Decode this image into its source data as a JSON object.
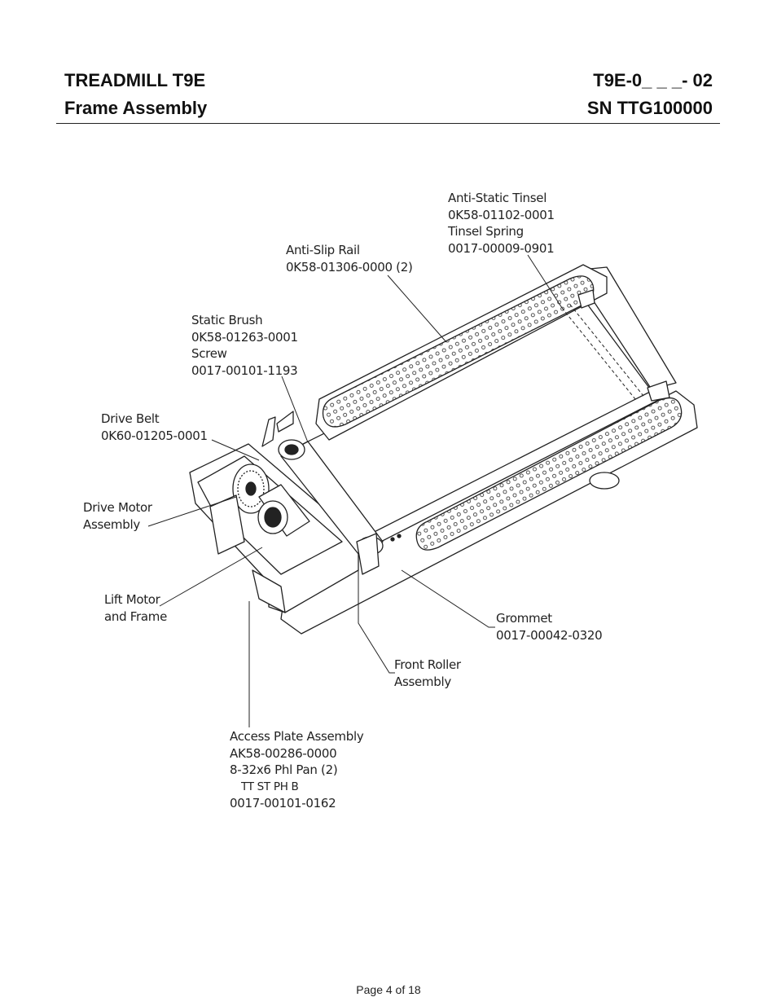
{
  "header": {
    "model": "TREADMILL T9E",
    "part_code": "T9E-0_ _ _- 02",
    "section": "Frame Assembly",
    "serial": "SN TTG100000"
  },
  "callouts": {
    "anti_static_tinsel": [
      "Anti-Static Tinsel",
      "0K58-01102-0001",
      "Tinsel Spring",
      "0017-00009-0901"
    ],
    "anti_slip_rail": [
      "Anti-Slip Rail",
      "0K58-01306-0000 (2)"
    ],
    "static_brush": [
      "Static Brush",
      "0K58-01263-0001",
      "Screw",
      "0017-00101-1193"
    ],
    "drive_belt": [
      "Drive Belt",
      "0K60-01205-0001"
    ],
    "drive_motor": [
      "Drive Motor",
      "Assembly"
    ],
    "lift_motor": [
      "Lift Motor",
      "and Frame"
    ],
    "grommet": [
      "Grommet",
      "0017-00042-0320"
    ],
    "front_roller": [
      "Front Roller",
      "Assembly"
    ],
    "access_plate": [
      "Access Plate Assembly",
      "AK58-00286-0000",
      "8-32x6 Phl Pan (2)",
      "TT ST PH B",
      "0017-00101-0162"
    ]
  },
  "footer": {
    "page": "Page 4 of 18"
  }
}
